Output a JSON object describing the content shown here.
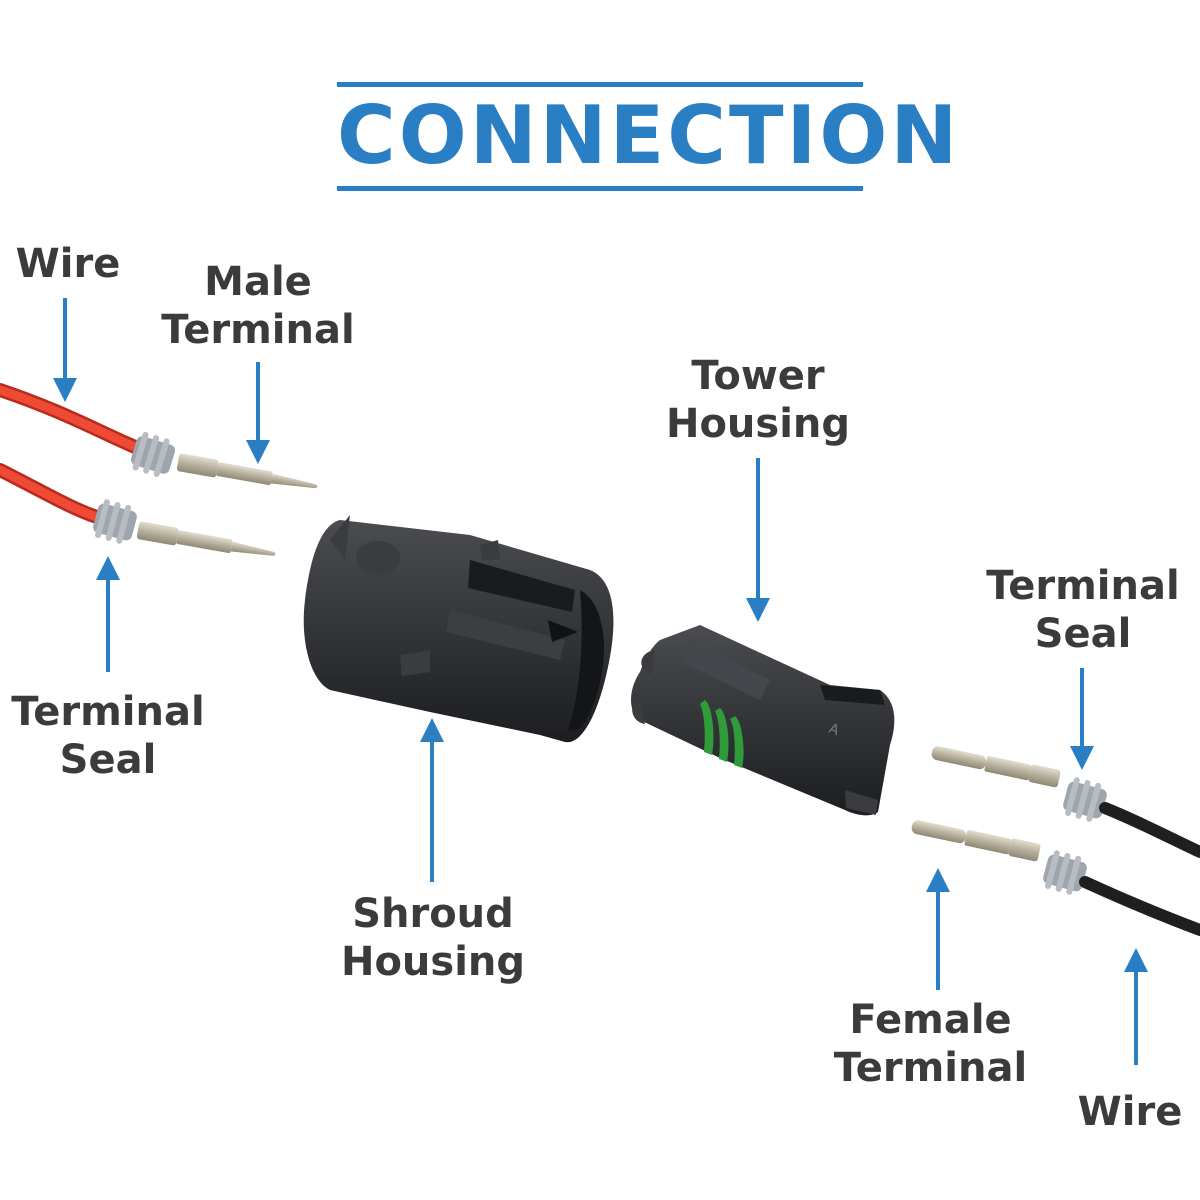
{
  "title": "CONNECTION",
  "colors": {
    "accent": "#2a7fc4",
    "label_text": "#3b3b3b",
    "red_wire": "#e8402e",
    "black_wire": "#1f1f1f",
    "housing": "#2b2d30",
    "seal": "#a9afb5",
    "terminal": "#bdb7a6",
    "green_seal": "#2f9c3a"
  },
  "labels": {
    "wire_left": "Wire",
    "male_terminal": {
      "line1": "Male",
      "line2": "Terminal"
    },
    "terminal_seal_left": {
      "line1": "Terminal",
      "line2": "Seal"
    },
    "shroud_housing": {
      "line1": "Shroud",
      "line2": "Housing"
    },
    "tower_housing": {
      "line1": "Tower",
      "line2": "Housing"
    },
    "terminal_seal_right": {
      "line1": "Terminal",
      "line2": "Seal"
    },
    "female_terminal": {
      "line1": "Female",
      "line2": "Terminal"
    },
    "wire_right": "Wire"
  }
}
